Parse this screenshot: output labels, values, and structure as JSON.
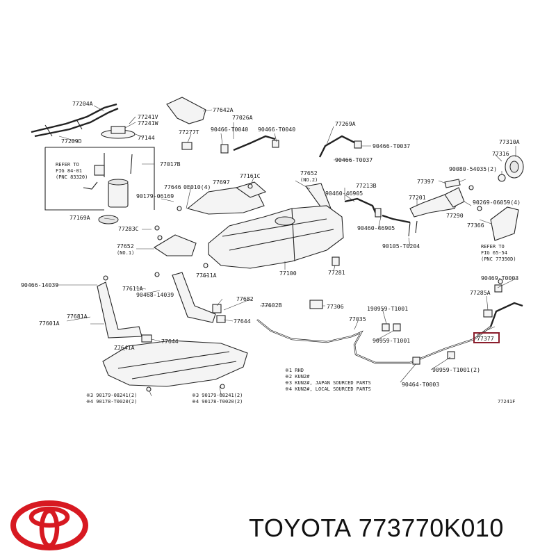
{
  "diagram": {
    "code": "77241F",
    "highlight_part": "77377",
    "labels": {
      "p77204A": "77204A",
      "p77209D": "77209D",
      "p77642A": "77642A",
      "p77241V": "77241V",
      "p77241W": "77241W",
      "p77144": "77144",
      "p77277T": "77277T",
      "p77026A": "77026A",
      "p90466T0040a": "90466-T0040",
      "p90466T0040b": "90466-T0040",
      "p77269A": "77269A",
      "p90466T0037a": "90466-T0037",
      "p90466T0037b": "90466-T0037",
      "p77310A": "77310A",
      "p77316": "77316",
      "p90080": "90080-54035(2)",
      "p77017B": "77017B",
      "p77397": "77397",
      "p77161C": "77161C",
      "p77652a": "77652",
      "p77652a_no": "(NO.2)",
      "p77213B": "77213B",
      "p77201": "77201",
      "p77290": "77290",
      "p90269": "90269-06059(4)",
      "p77646": "77646",
      "p0E010": "0E010(4)",
      "p77697": "77697",
      "p90179_06169": "90179-06169",
      "p90460_46905a": "90460-46905",
      "p77169A": "77169A",
      "p77283C": "77283C",
      "p90460_46905b": "90460-46905",
      "p77366": "77366",
      "p77652b": "77652",
      "p77652b_no": "(NO.1)",
      "p90105": "90105-T0204",
      "p77100": "77100",
      "p77281": "77281",
      "p90466_14039": "90466-14039",
      "p77611Aa": "77611A",
      "p77611Ab": "77611A",
      "p90468_14039": "90468-14039",
      "p90469_T0003": "90469-T0003",
      "p77285A": "77285A",
      "p77682": "77682",
      "p77602B": "77602B",
      "p77306": "77306",
      "p77681A": "77681A",
      "p77601A": "77601A",
      "p77644a": "77644",
      "p190959": "190959-T1001",
      "p77035": "77035",
      "p77377": "77377",
      "p90959_T1001a": "90959-T1001",
      "p77644b": "77644",
      "p77641A": "77641A",
      "p90959_T1001b": "90959-T1001(2)",
      "p90464_T0003": "90464-T0003",
      "refer1_l1": "REFER TO",
      "refer1_l2": "FIG 84-01",
      "refer1_l3": "(PNC 83320)",
      "refer2_l1": "REFER TO",
      "refer2_l2": "FIG 65-54",
      "refer2_l3": "(PNC 77350D)",
      "leg1": "※1 RHD",
      "leg2": "※2 KUN2#",
      "leg3": "※3 KUN2#, JAPAN SOURCED PARTS",
      "leg4": "※4 KUN2#, LOCAL SOURCED PARTS",
      "bl1": "※3 90179-08241(2)",
      "bl2": "※4 90178-T0020(2)",
      "br1": "※3 90179-08241(2)",
      "br2": "※4 90178-T0020(2)"
    }
  },
  "logo_icon": "toyota-emblem-icon",
  "brand_text": "TOYOTA",
  "part_number": "773770K010",
  "colors": {
    "highlight": "#8a1c2b",
    "logo": "#d71921"
  }
}
